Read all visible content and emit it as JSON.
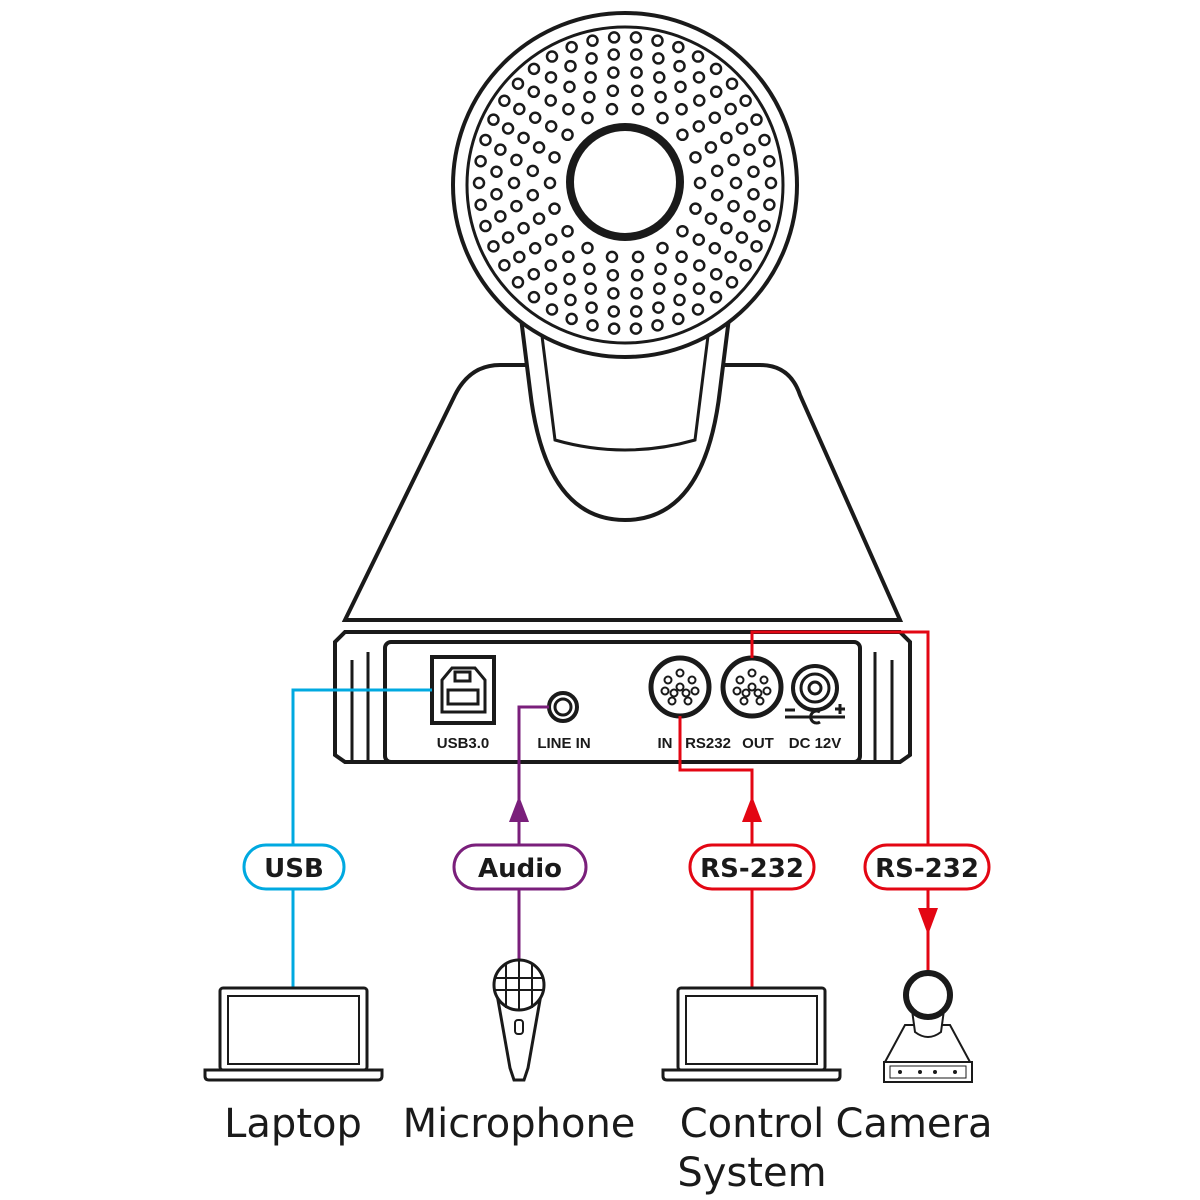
{
  "colors": {
    "usb": "#00a9e0",
    "audio": "#7a1f7b",
    "rs232": "#e30613",
    "outline": "#1a1a1a"
  },
  "ports": {
    "usb": "USB3.0",
    "line_in": "LINE IN",
    "rs232_in": "IN",
    "rs232": "RS232",
    "rs232_out": "OUT",
    "dc": "DC 12V"
  },
  "connections": [
    {
      "label": "USB",
      "color": "usb"
    },
    {
      "label": "Audio",
      "color": "audio"
    },
    {
      "label": "RS-232",
      "color": "rs232"
    },
    {
      "label": "RS-232",
      "color": "rs232"
    }
  ],
  "devices": {
    "laptop": "Laptop",
    "microphone": "Microphone",
    "control_line1": "Control",
    "control_line2": "System",
    "camera": "Camera"
  }
}
